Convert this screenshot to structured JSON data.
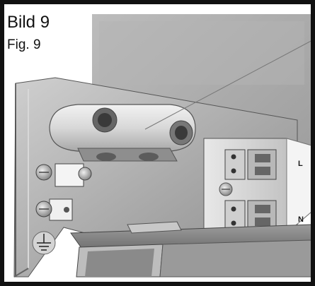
{
  "figure": {
    "title": "Bild 9",
    "subtitle": "Fig. 9"
  },
  "terminal_labels": {
    "live": "L",
    "neutral": "N"
  },
  "colors": {
    "border": "#111111",
    "background": "#ffffff",
    "metal_light": "#d6d6d6",
    "metal_mid": "#a9a9a9",
    "metal_dark": "#5a5a5a"
  },
  "icons": [
    "ground-symbol-icon"
  ]
}
